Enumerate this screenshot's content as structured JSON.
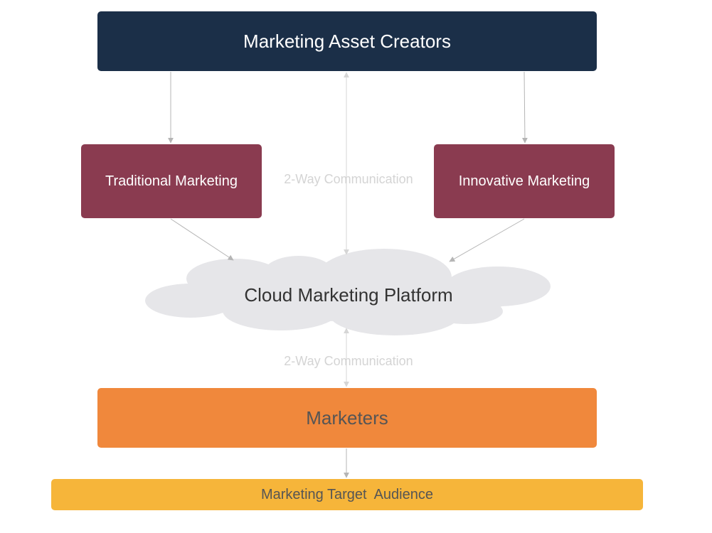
{
  "diagram": {
    "nodes": {
      "creators": "Marketing Asset Creators",
      "traditional": "Traditional Marketing",
      "innovative": "Innovative Marketing",
      "cloud": "Cloud Marketing Platform",
      "marketers": "Marketers",
      "audience": "Marketing Target  Audience"
    },
    "edge_labels": {
      "creators_cloud": "2-Way Communication",
      "cloud_marketers": "2-Way Communication"
    },
    "colors": {
      "creators": "#1b2f48",
      "marketing_boxes": "#8a3b50",
      "cloud": "#e6e6e9",
      "marketers": "#f0883c",
      "audience": "#f6b53a",
      "connector": "#b5b5b5",
      "two_way_connector": "#d6d6d6"
    }
  }
}
